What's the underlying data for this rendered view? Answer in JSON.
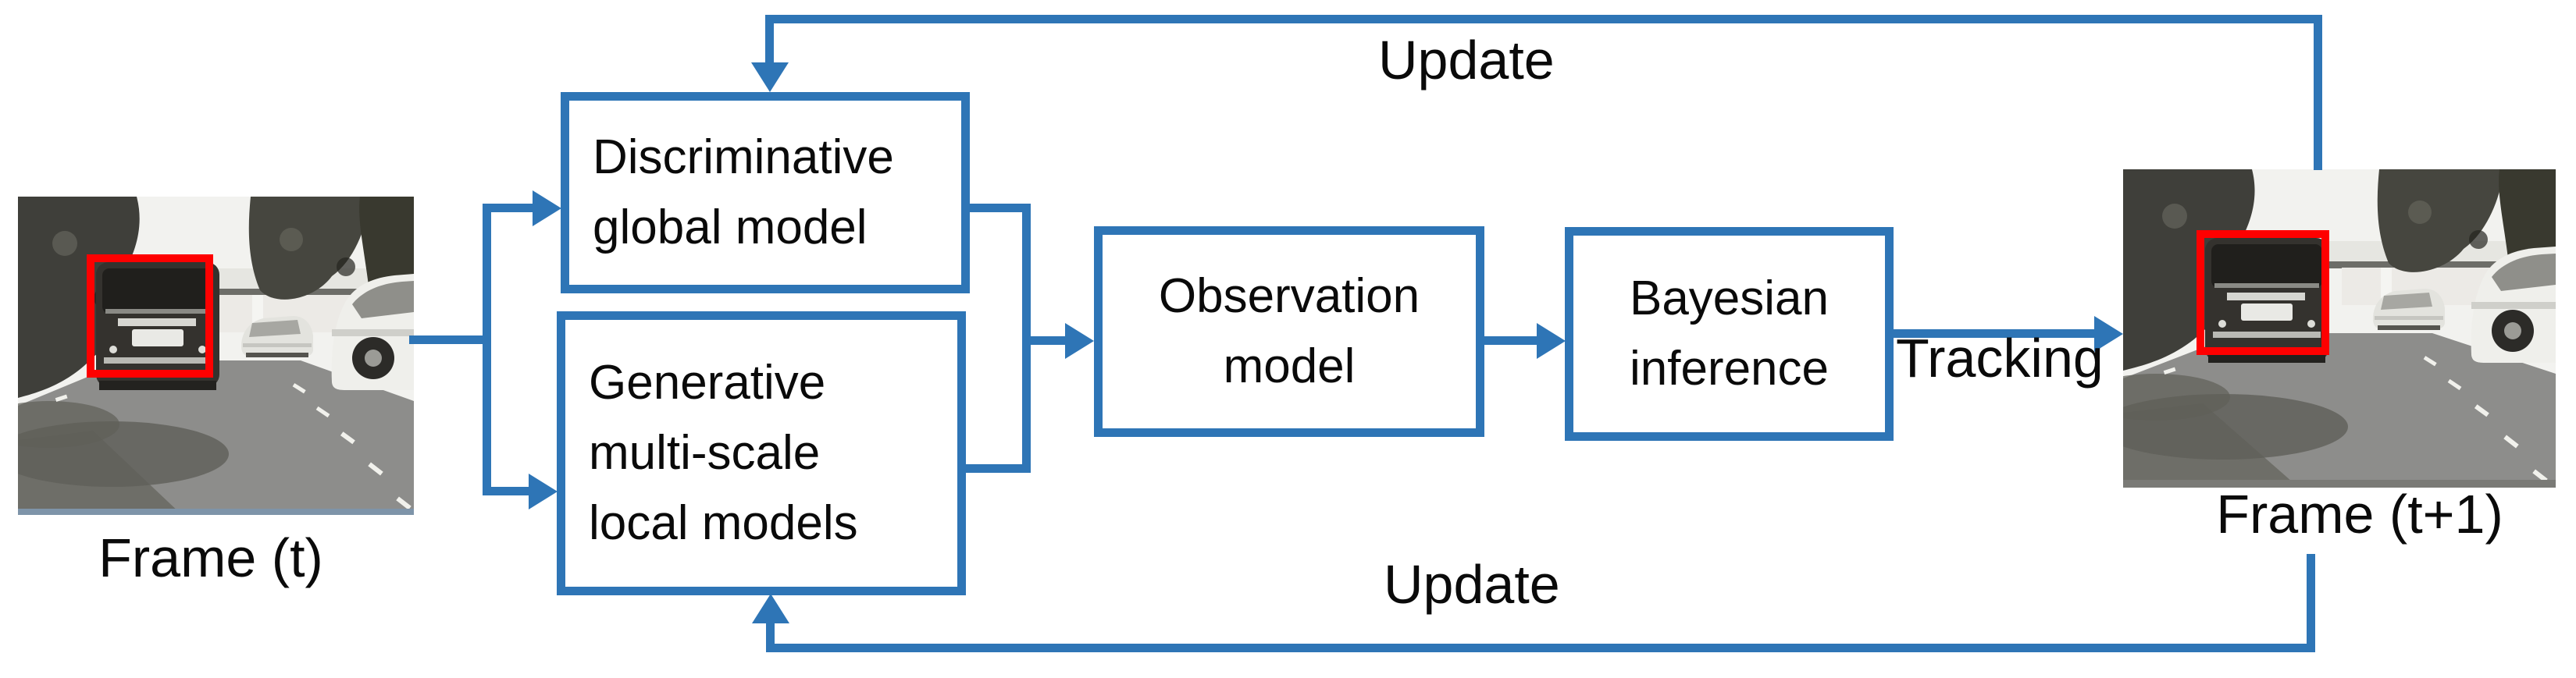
{
  "diagram": {
    "boxes": [
      {
        "id": "discriminative-global-model",
        "lines": [
          "Discriminative",
          "global model"
        ]
      },
      {
        "id": "generative-multiscale-local-models",
        "lines": [
          "Generative",
          "multi-scale",
          "local models"
        ]
      },
      {
        "id": "observation-model",
        "lines": [
          "Observation",
          "model"
        ]
      },
      {
        "id": "bayesian-inference",
        "lines": [
          "Bayesian",
          "inference"
        ]
      }
    ],
    "edge_labels": {
      "update_top": "Update",
      "update_bottom": "Update",
      "tracking": "Tracking"
    },
    "frames": {
      "left_caption": "Frame (t)",
      "right_caption": "Frame (t+1)"
    },
    "colors": {
      "connector_blue": "#2E75B6",
      "box_border_blue": "#2E75B6",
      "tracking_box_red": "#FE0000",
      "text_black": "#0A0A0A"
    }
  }
}
